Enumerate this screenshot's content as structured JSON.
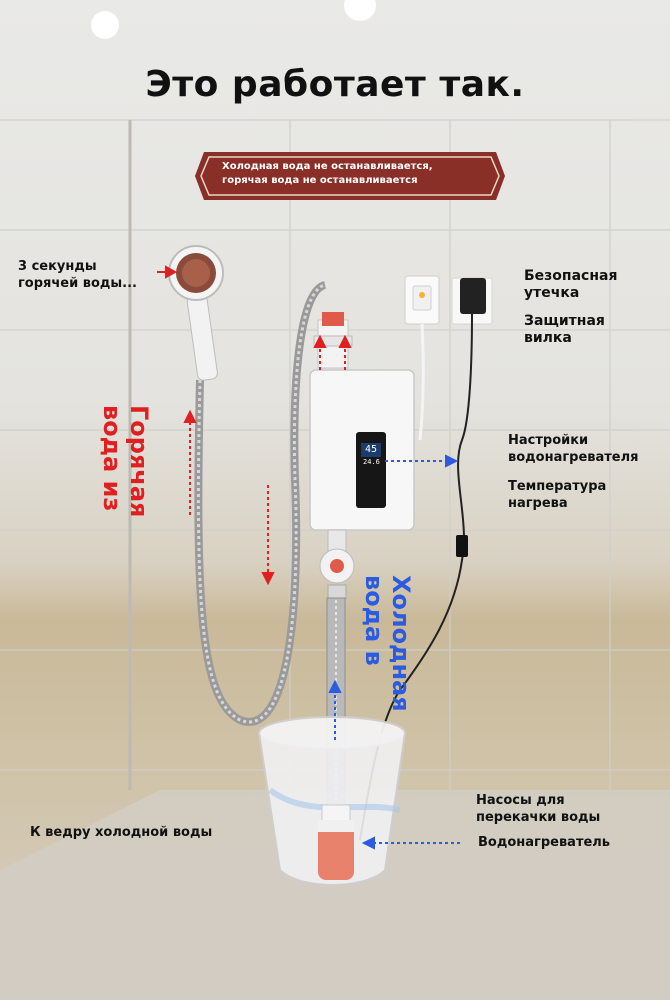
{
  "title": "Это работает так.",
  "banner": {
    "line1": "Холодная вода не останавливается,",
    "line2": "горячая вода не останавливается"
  },
  "labels": {
    "hot_seconds": "3 секунды\nгорячей воды...",
    "safe_leak": "Безопасная\nутечка",
    "protective_plug": "Защитная\nвилка",
    "heater_settings": "Настройки\nводонагревателя",
    "heating_temp": "Температура\nнагрева",
    "pumps": "Насосы для\nперекачки воды",
    "water_heater": "Водонагреватель",
    "to_bucket": "К ведру холодной воды"
  },
  "vertical": {
    "hot_from": "Горячая\nвода из",
    "cold_in": "Холодная\nвода в"
  },
  "device": {
    "display_value": "45",
    "display_small": "24.6"
  },
  "colors": {
    "hot": "#e02020",
    "cold": "#2a5be0",
    "banner": "#8a2e28"
  },
  "icons": [
    "shower-head-icon",
    "socket-icon",
    "adapter-plug-icon",
    "heater-device-icon",
    "bucket-icon",
    "pump-icon"
  ]
}
